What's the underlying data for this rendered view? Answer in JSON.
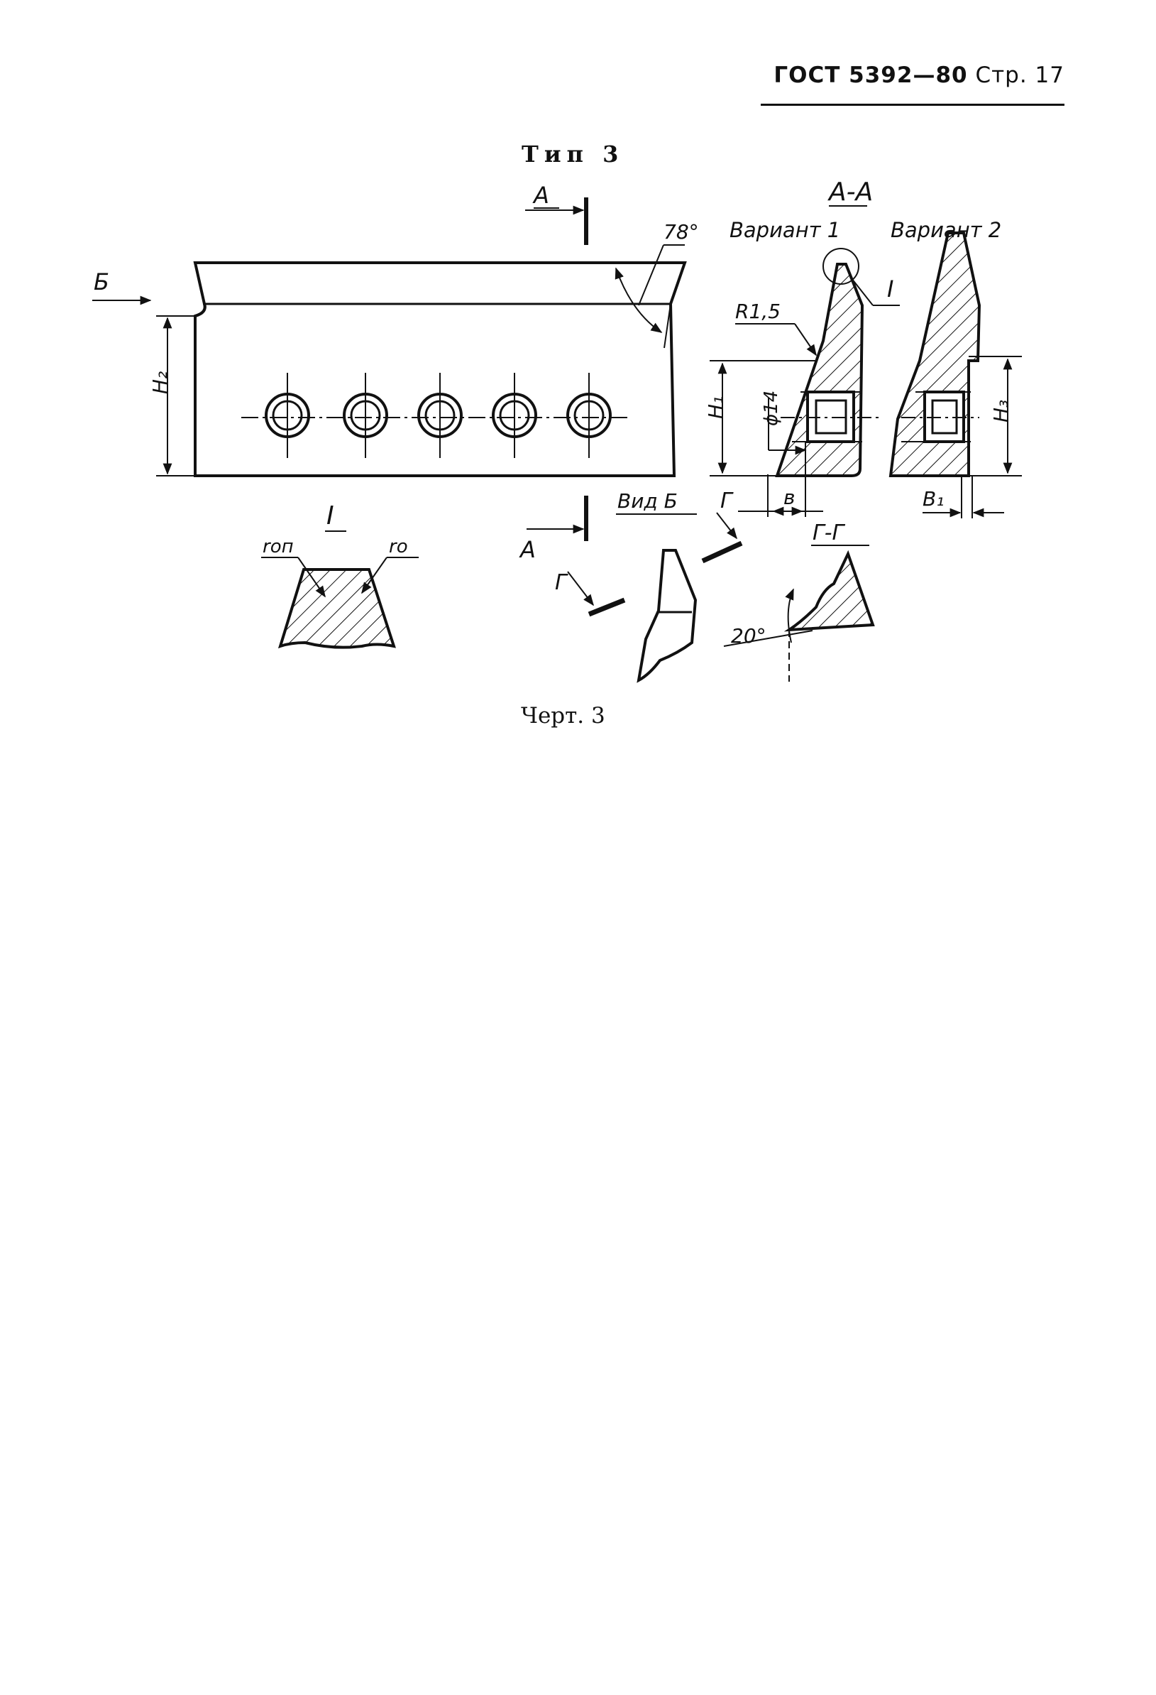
{
  "header": {
    "standard": "ГОСТ 5392—80",
    "page": "Стр. 17"
  },
  "figure": {
    "title": "Тип 3",
    "caption": "Черт. 3",
    "labels": {
      "section_a": "А",
      "section_a2": "А",
      "view_b_arrow": "Б",
      "angle_78": "78°",
      "h2": "H₂",
      "section_aa": "А-А",
      "variant1": "Вариант 1",
      "variant2": "Вариант 2",
      "r15": "R1,5",
      "detail_i": "I",
      "h1": "H₁",
      "d14": "ϕ14",
      "b": "в",
      "h3": "H₃",
      "b1": "В₁",
      "view_b": "Вид Б",
      "section_g1": "Г",
      "section_g2": "Г",
      "section_gg": "Г-Г",
      "angle_20": "20°",
      "detail_i_title": "I",
      "r_on": "rоп",
      "r_o": "rо"
    }
  }
}
